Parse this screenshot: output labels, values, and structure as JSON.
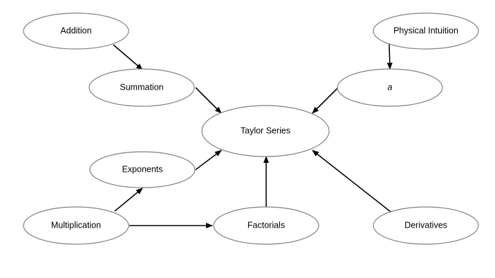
{
  "nodes": {
    "addition": {
      "label": "Addition"
    },
    "physical_intuition": {
      "label": "Physical Intuition"
    },
    "summation": {
      "label": "Summation"
    },
    "a": {
      "label": "a"
    },
    "taylor_series": {
      "label": "Taylor Series"
    },
    "exponents": {
      "label": "Exponents"
    },
    "multiplication": {
      "label": "Multiplication"
    },
    "factorials": {
      "label": "Factorials"
    },
    "derivatives": {
      "label": "Derivatives"
    }
  },
  "edges": [
    {
      "from": "Addition",
      "to": "Summation"
    },
    {
      "from": "Physical Intuition",
      "to": "a"
    },
    {
      "from": "Summation",
      "to": "Taylor Series"
    },
    {
      "from": "a",
      "to": "Taylor Series"
    },
    {
      "from": "Exponents",
      "to": "Taylor Series"
    },
    {
      "from": "Multiplication",
      "to": "Exponents"
    },
    {
      "from": "Multiplication",
      "to": "Factorials"
    },
    {
      "from": "Factorials",
      "to": "Taylor Series"
    },
    {
      "from": "Derivatives",
      "to": "Taylor Series"
    }
  ]
}
